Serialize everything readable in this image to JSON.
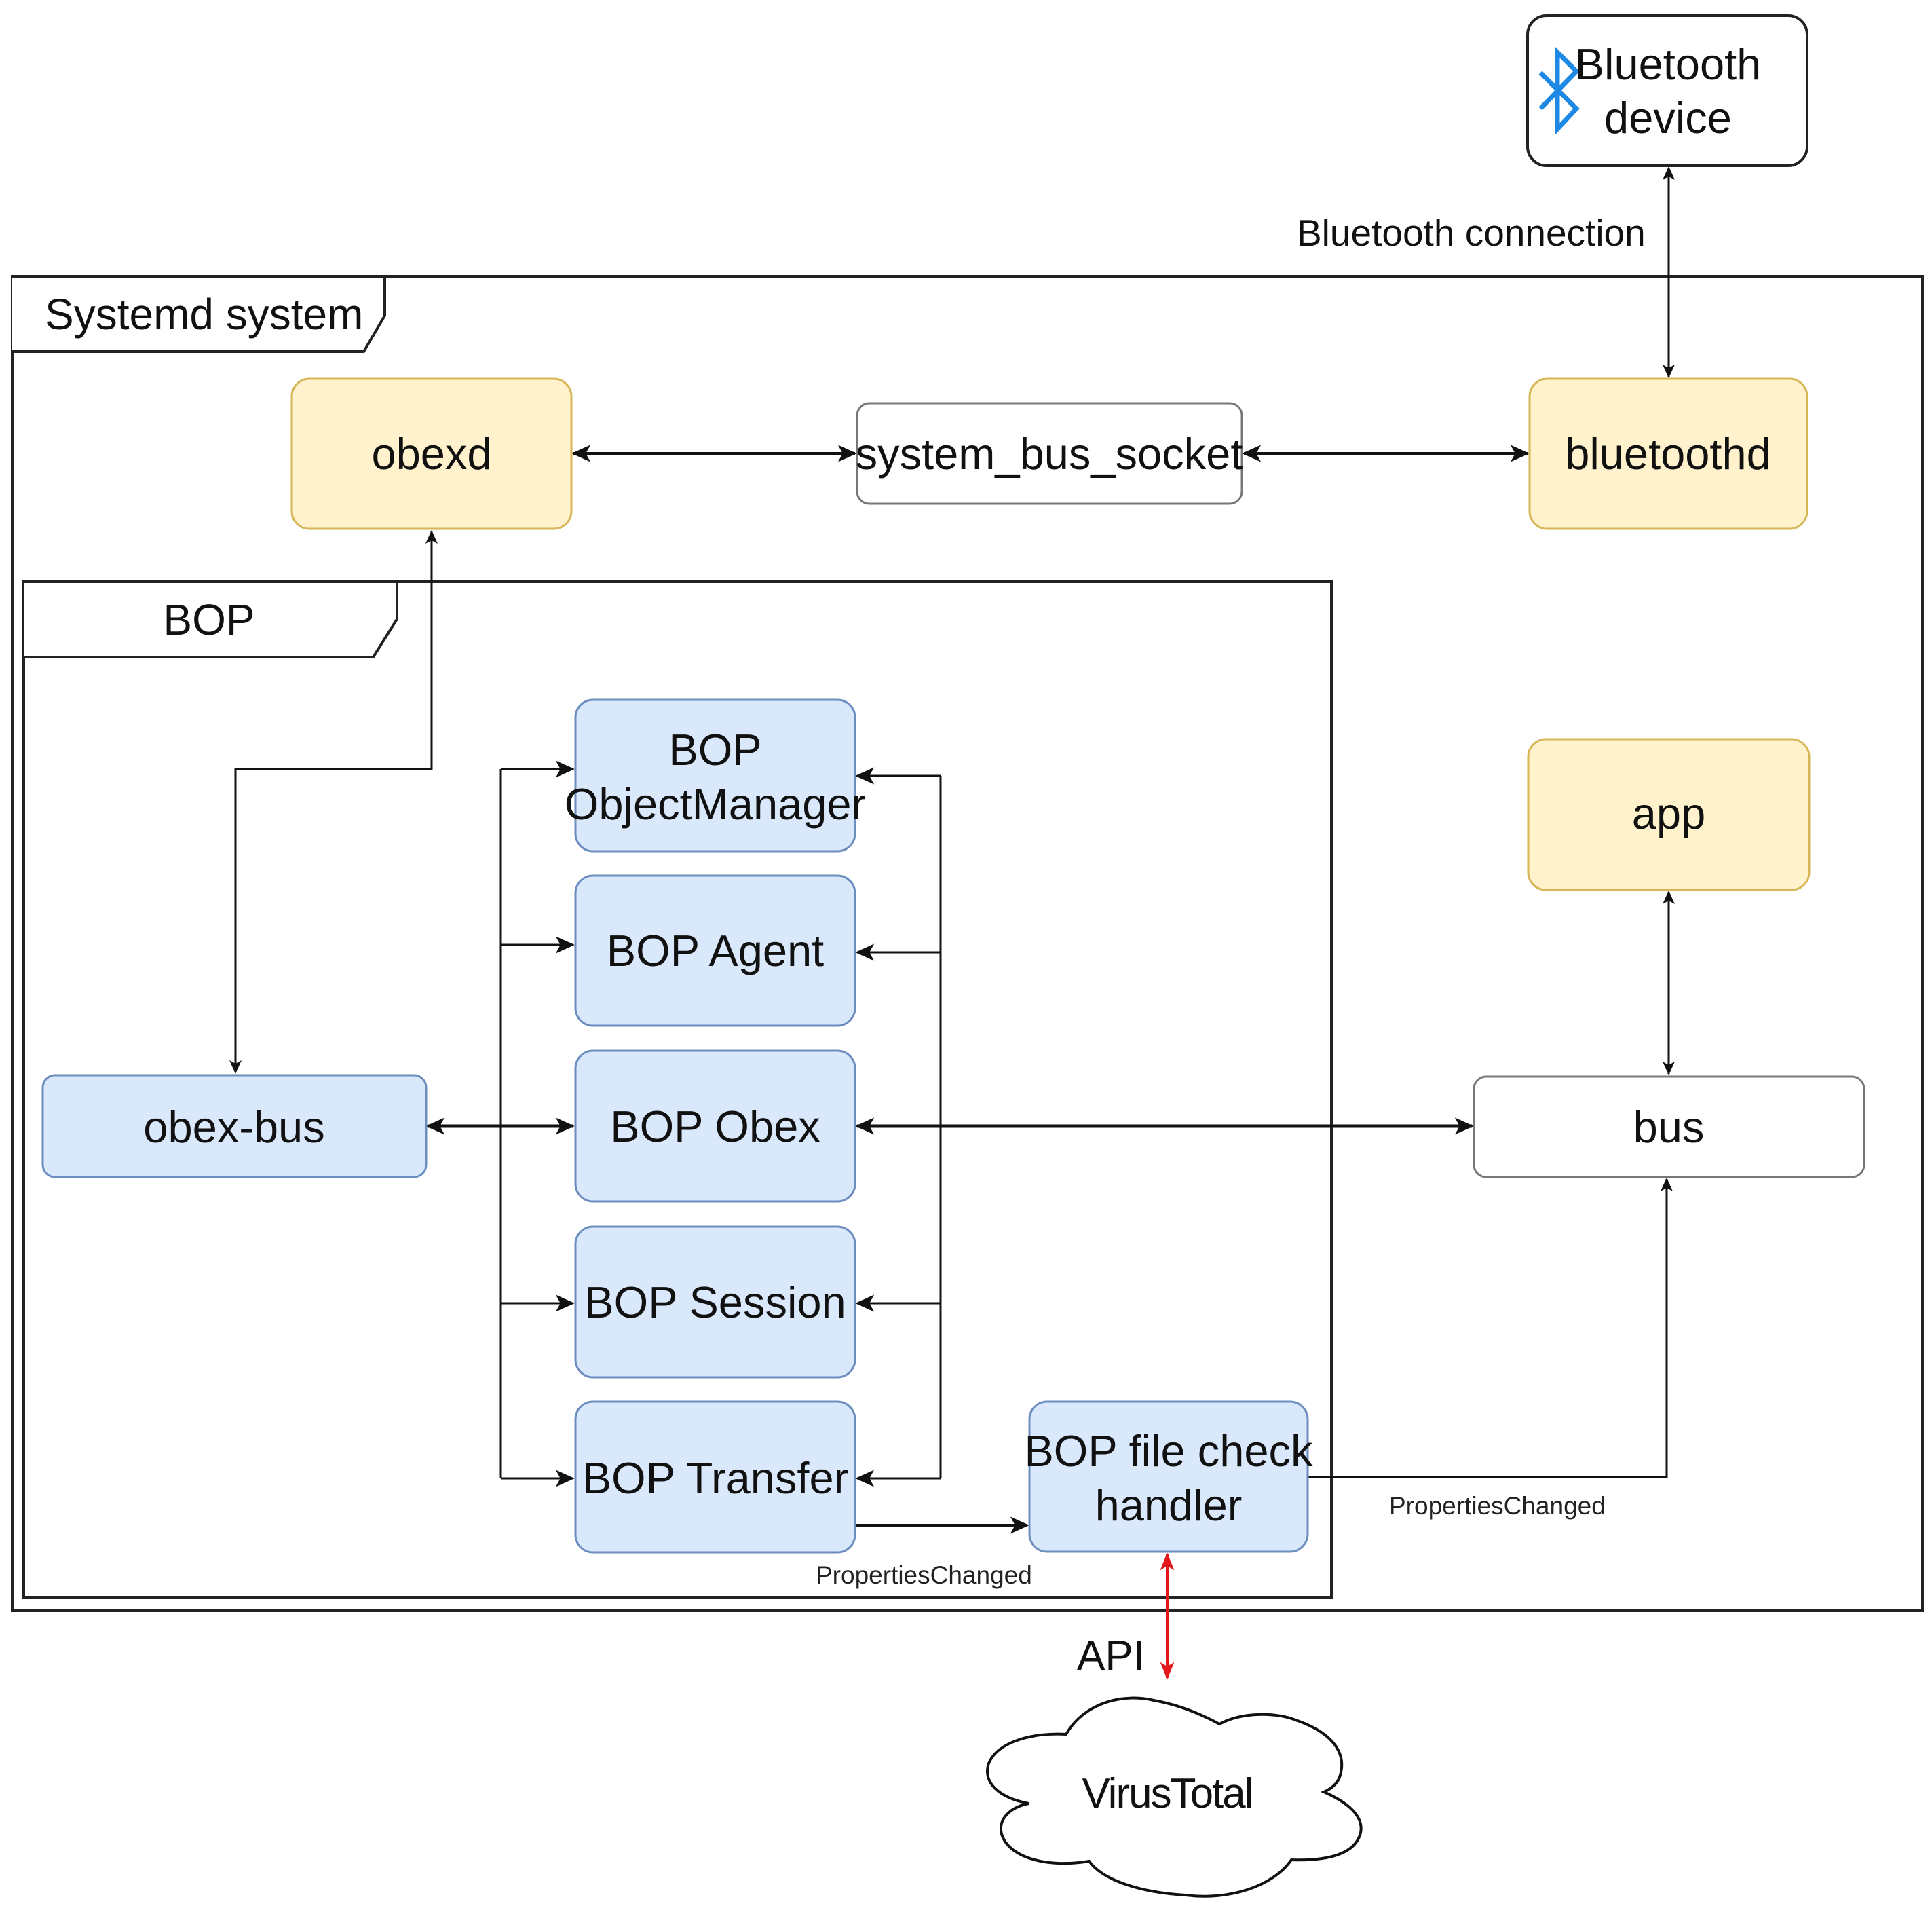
{
  "colors": {
    "process_fill": "#fff2cc",
    "process_stroke": "#d6b656",
    "component_fill": "#dae8fc",
    "component_stroke": "#6c8ebf",
    "plain_fill": "#ffffff",
    "plain_stroke": "#777777",
    "line": "#111111",
    "api_arrow": "#e3161b",
    "bluetooth_icon": "#1e88e5"
  },
  "frames": {
    "systemd": {
      "label": "Systemd system"
    },
    "bop": {
      "label": "BOP"
    }
  },
  "nodes": {
    "bluetooth_device": {
      "lines": [
        "Bluetooth",
        "device"
      ],
      "icon": "bluetooth-icon"
    },
    "obexd": {
      "label": "obexd"
    },
    "system_bus_socket": {
      "label": "system_bus_socket"
    },
    "bluetoothd": {
      "label": "bluetoothd"
    },
    "app": {
      "label": "app"
    },
    "bus": {
      "label": "bus"
    },
    "obex_bus": {
      "label": "obex-bus"
    },
    "bop_object_manager": {
      "lines": [
        "BOP",
        "ObjectManager"
      ]
    },
    "bop_agent": {
      "label": "BOP Agent"
    },
    "bop_obex": {
      "label": "BOP Obex"
    },
    "bop_session": {
      "label": "BOP Session"
    },
    "bop_transfer": {
      "label": "BOP Transfer"
    },
    "bop_file_check_handler": {
      "lines": [
        "BOP file check",
        "handler"
      ]
    },
    "virustotal": {
      "label": "VirusTotal",
      "shape": "cloud"
    }
  },
  "edge_labels": {
    "bluetooth_connection": "Bluetooth connection",
    "transfer_properties_changed": "PropertiesChanged",
    "handler_properties_changed": "PropertiesChanged",
    "api": "API"
  },
  "edges": [
    {
      "from": "bluetoothd",
      "to": "bluetooth_device",
      "direction": "both",
      "label": "Bluetooth connection"
    },
    {
      "from": "obexd",
      "to": "system_bus_socket",
      "direction": "both"
    },
    {
      "from": "system_bus_socket",
      "to": "bluetoothd",
      "direction": "both"
    },
    {
      "from": "obexd",
      "to": "obex_bus",
      "direction": "both"
    },
    {
      "from": "obex_bus",
      "to": "bop_obex",
      "direction": "both"
    },
    {
      "from": "bop_obex",
      "to": "bus",
      "direction": "both"
    },
    {
      "from": "app",
      "to": "bus",
      "direction": "both"
    },
    {
      "from": "bop_transfer",
      "to": "bop_file_check_handler",
      "direction": "forward",
      "label": "PropertiesChanged"
    },
    {
      "from": "bop_file_check_handler",
      "to": "bus",
      "direction": "forward",
      "label": "PropertiesChanged"
    },
    {
      "from": "bop_file_check_handler",
      "to": "virustotal",
      "direction": "both",
      "label": "API"
    }
  ]
}
